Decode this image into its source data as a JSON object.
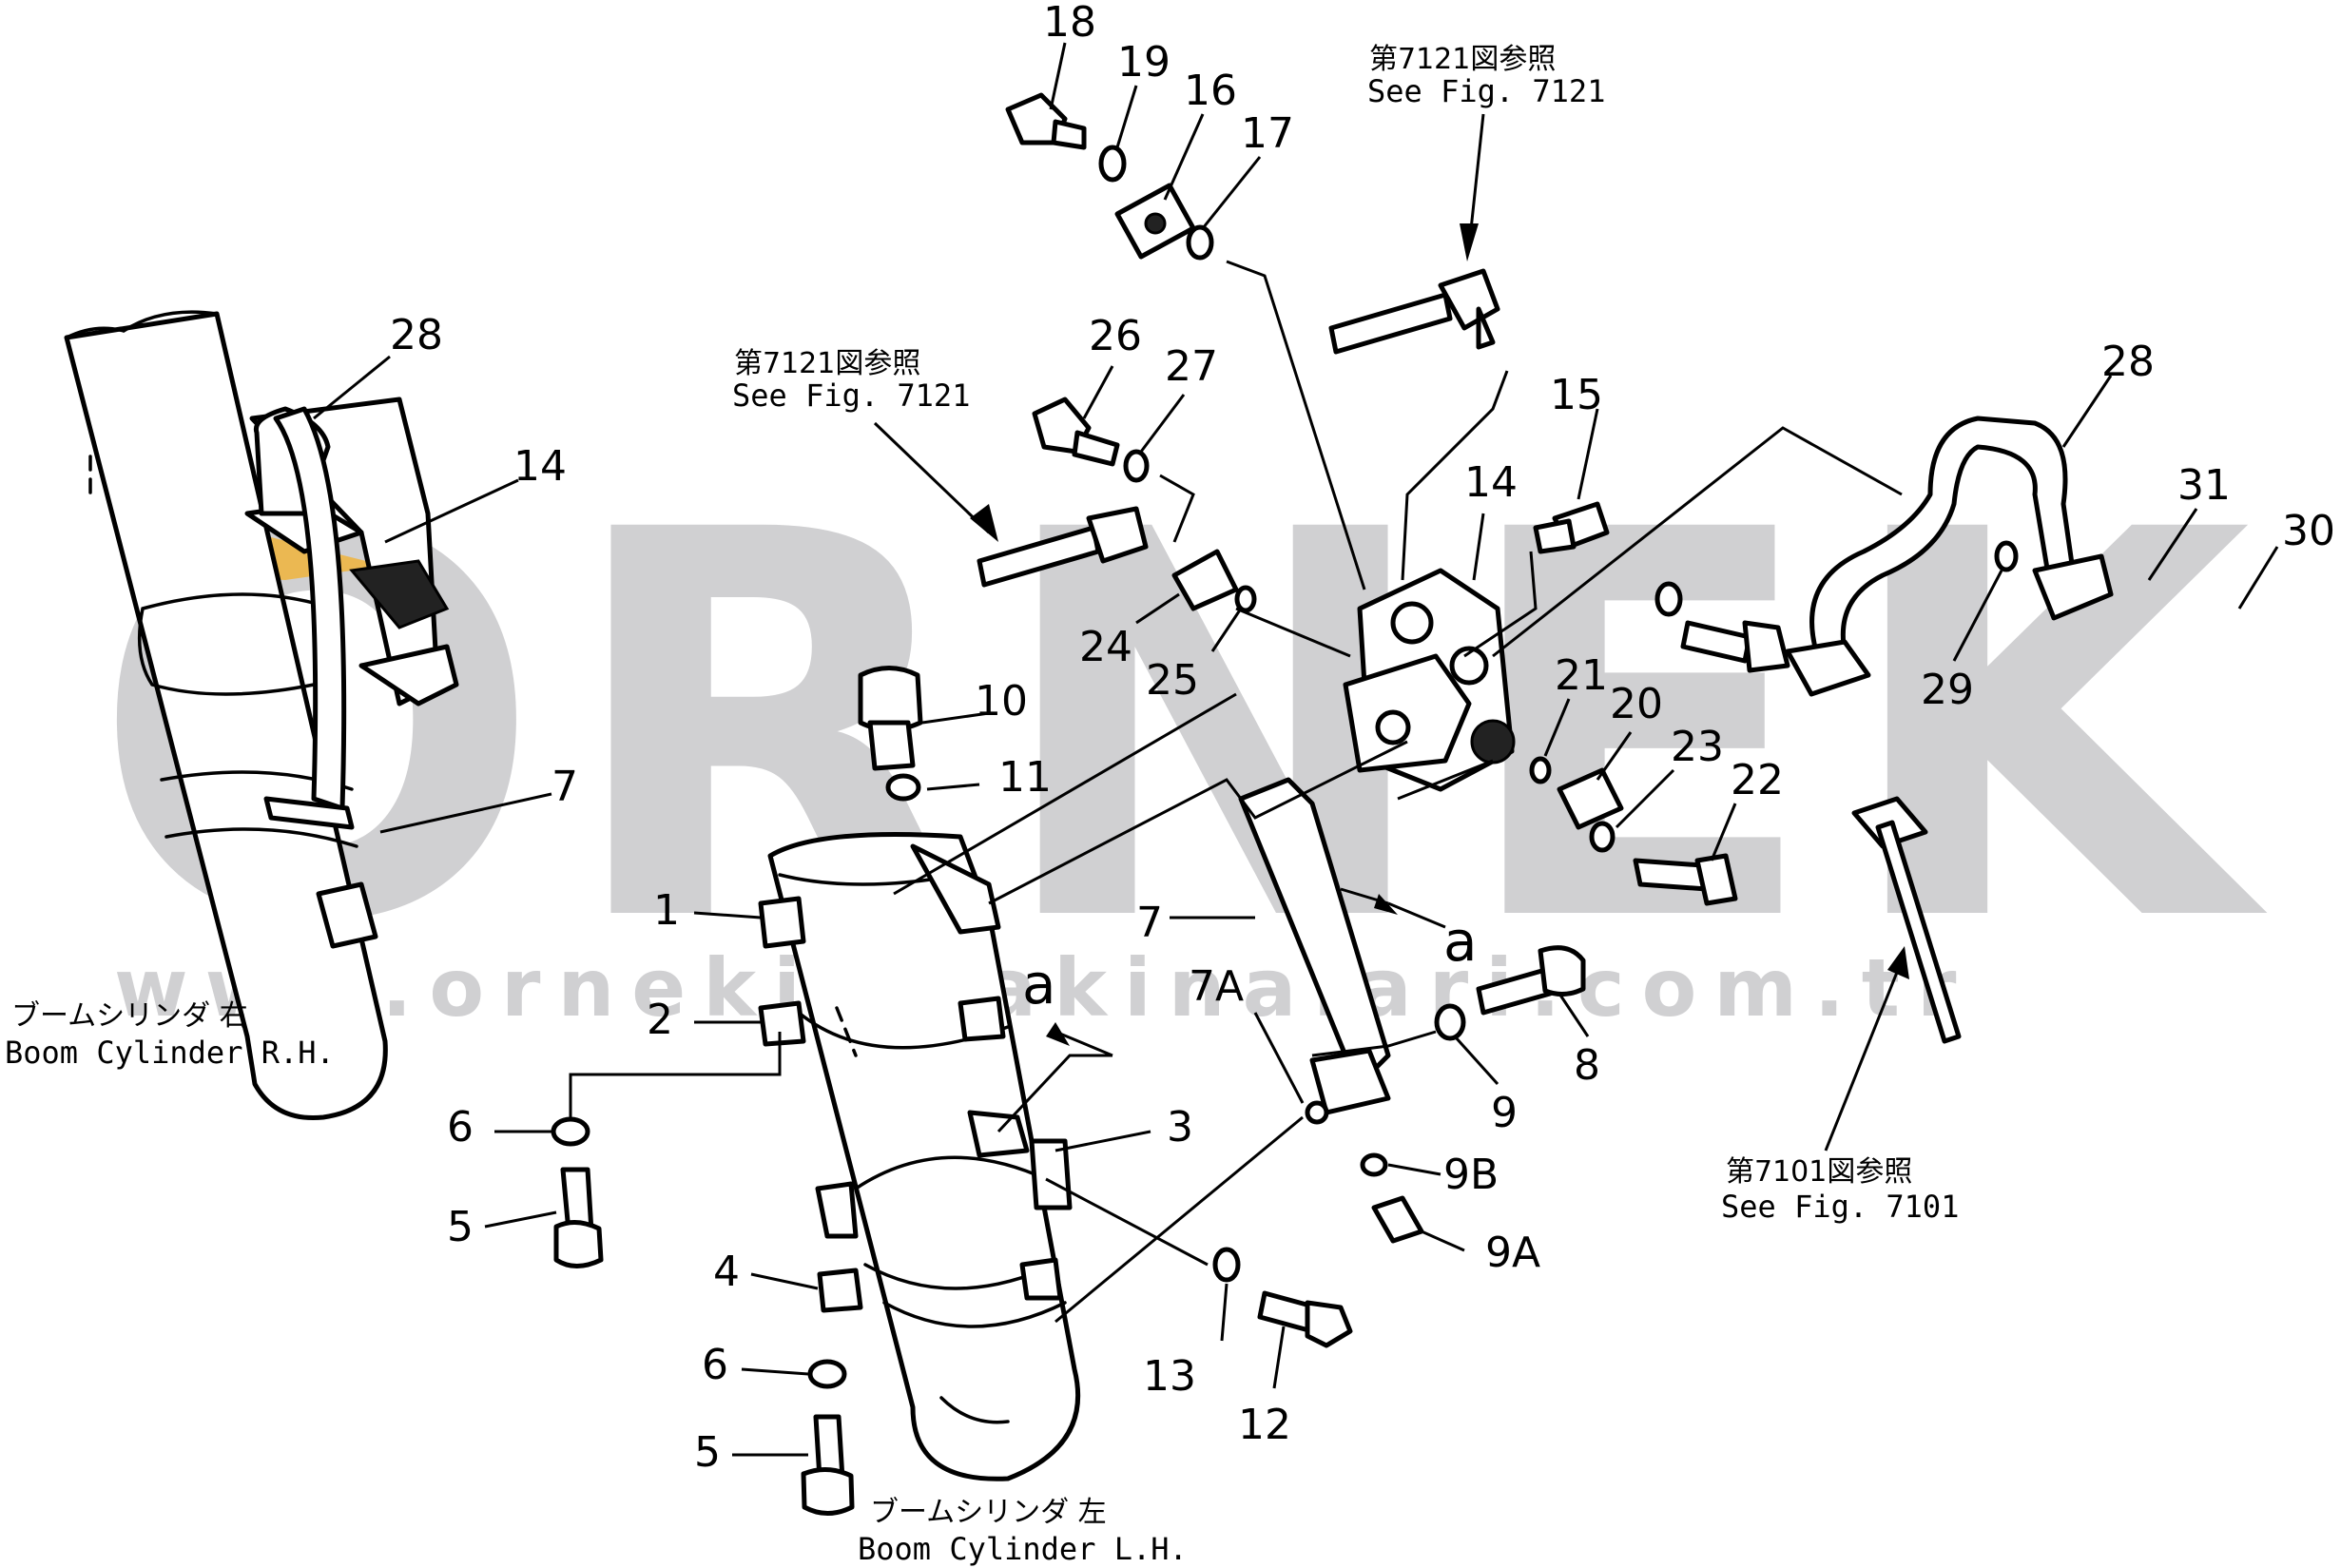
{
  "watermark": {
    "brand": "ORNEK",
    "url": "www.ornekismakinalari.com.tr",
    "accent_color": "#f0b43c"
  },
  "callouts": {
    "c18": "18",
    "c19": "19",
    "c16": "16",
    "c17": "17",
    "c26": "26",
    "c27": "27",
    "c24": "24",
    "c25": "25",
    "c28_left": "28",
    "c14_left": "14",
    "c7_left": "7",
    "c10": "10",
    "c11": "11",
    "c1": "1",
    "c2": "2",
    "c3": "3",
    "c4": "4",
    "c5_top": "5",
    "c6_top": "6",
    "c5_bottom": "5",
    "c6_bottom": "6",
    "c7_center": "7",
    "c7A": "7A",
    "c15": "15",
    "c14_center": "14",
    "c21": "21",
    "c20": "20",
    "c23": "23",
    "c22": "22",
    "c8": "8",
    "c9": "9",
    "c9B": "9B",
    "c9A": "9A",
    "c13": "13",
    "c12": "12",
    "c28_right": "28",
    "c31": "31",
    "c30": "30",
    "c29": "29"
  },
  "detail_marks": {
    "a_left": "a",
    "a_right": "a"
  },
  "references": {
    "ref_top_right": {
      "jp": "第7121図参照",
      "en": "See Fig. 7121"
    },
    "ref_mid_left": {
      "jp": "第7121図参照",
      "en": "See Fig. 7121"
    },
    "ref_bottom_right": {
      "jp": "第7101図参照",
      "en": "See Fig. 7101"
    }
  },
  "labels": {
    "boom_rh": {
      "jp": "ブームシリンダ 右",
      "en": "Boom Cylinder R.H."
    },
    "boom_lh": {
      "jp": "ブームシリンダ 左",
      "en": "Boom Cylinder L.H."
    }
  }
}
